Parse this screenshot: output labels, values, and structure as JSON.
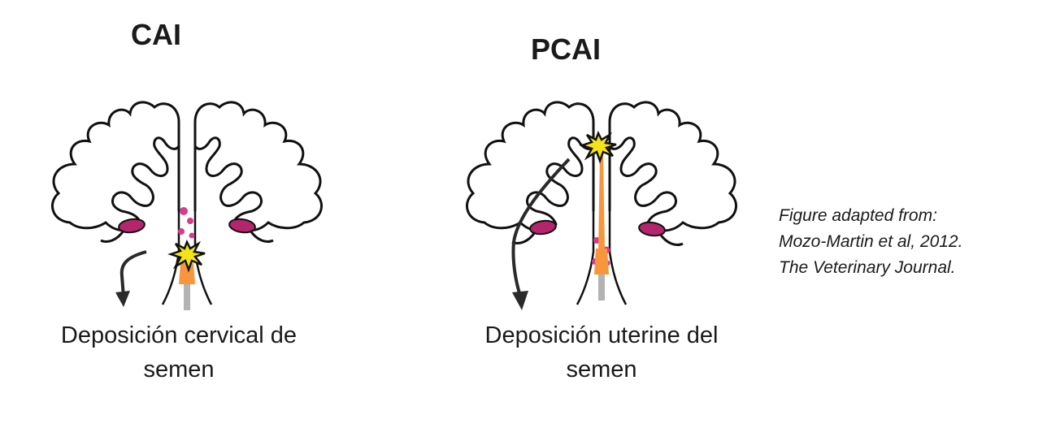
{
  "panels": {
    "cai": {
      "title": "CAI",
      "caption_line1": "Deposición cervical de",
      "caption_line2": "semen"
    },
    "pcai": {
      "title": "PCAI",
      "caption_line1": "Deposición uterine del",
      "caption_line2": "semen"
    }
  },
  "credit": {
    "line1": "Figure adapted from:",
    "line2": "Mozo-Martin et al, 2012.",
    "line3": "The Veterinary Journal."
  },
  "colors": {
    "outline": "#111111",
    "ovary": "#b5256e",
    "semen_spots": "#d63c8c",
    "catheter_tip": "#f7963c",
    "catheter": "#b3b3b3",
    "deposition_star": "#f5e31a",
    "arrow": "#2a2a2a"
  }
}
